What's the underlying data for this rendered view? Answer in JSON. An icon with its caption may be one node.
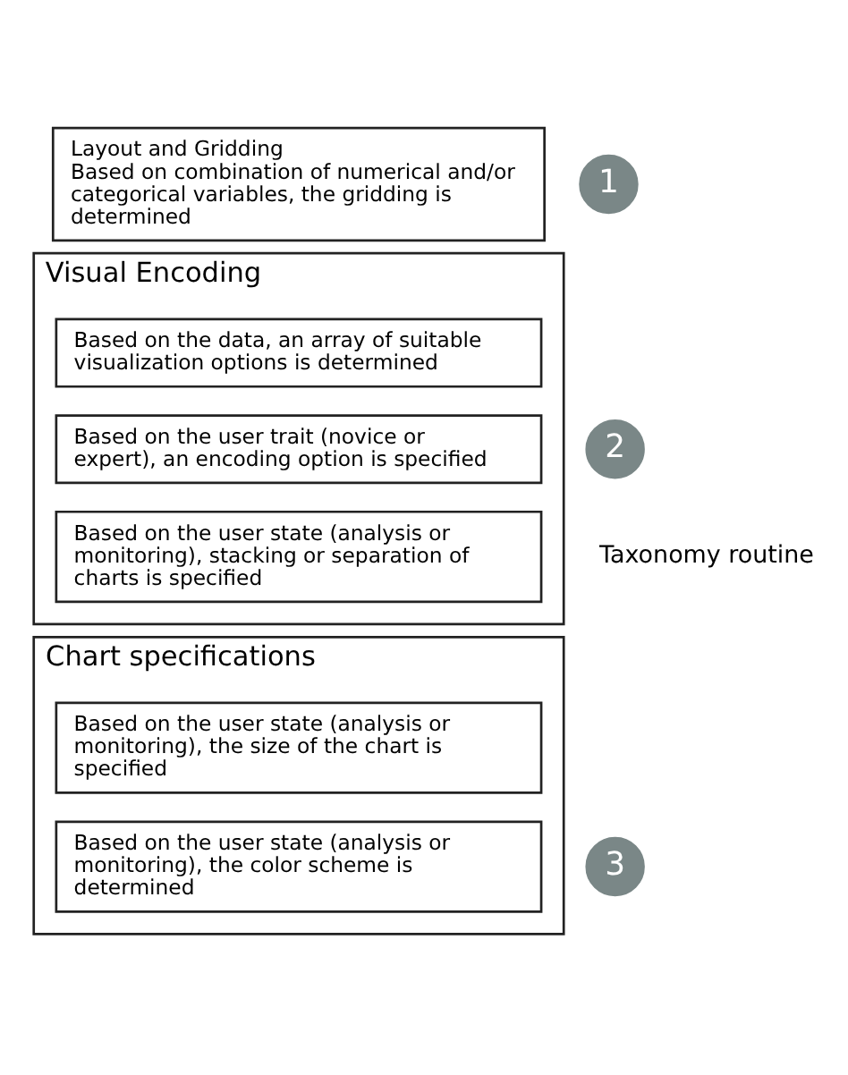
{
  "diagram": {
    "nodes": [
      {
        "text": [
          "Layout and Gridding",
          "Based on combination of numerical and/or categorical variables, the gridding is determined"
        ]
      },
      {
        "text": [
          "1"
        ]
      },
      {
        "text": [
          "Visual Encoding"
        ]
      },
      {
        "text": [
          "Based on the data, an array of suitable visualization options is determined"
        ],
        "in": 2
      },
      {
        "text": [
          "Based on the user trait (novice or expert), an encoding option is specified"
        ],
        "in": 2
      },
      {
        "text": [
          "Based on the user state (analysis or monitoring), stacking or separation of charts is specified"
        ],
        "in": 2
      },
      {
        "text": [
          "2"
        ]
      },
      {
        "text": [
          "Chart specifications"
        ]
      },
      {
        "text": [
          "Based on the user state (analysis or monitoring), the size of the chart is specified"
        ],
        "in": 7
      },
      {
        "text": [
          "Based on the user state (analysis or monitoring), the color scheme is determined"
        ],
        "in": 7
      },
      {
        "text": [
          "3"
        ]
      }
    ],
    "edges": [],
    "labels": [
      "Taxonomy routine"
    ]
  }
}
